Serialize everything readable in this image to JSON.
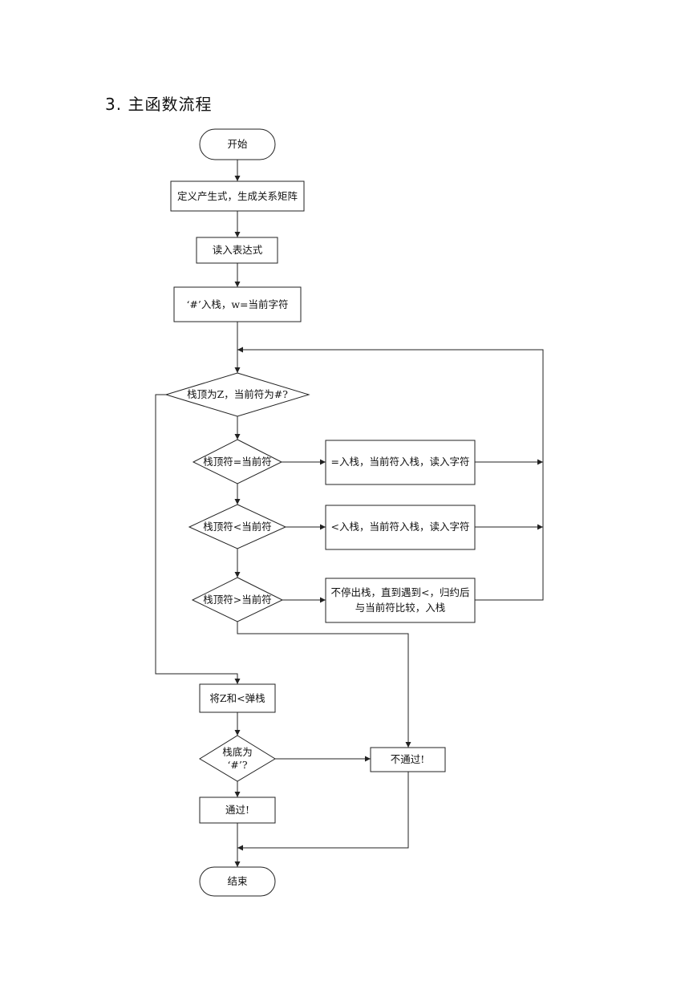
{
  "heading": "3.  主函数流程",
  "nodes": {
    "start": "开始",
    "define": "定义产生式，生成关系矩阵",
    "read_expr": "读入表达式",
    "push_hash": "‘#’入栈，w=当前字符",
    "cond_top_z": "栈顶为Z，当前符为#?",
    "cond_eq": "栈顶符=当前符",
    "act_eq": "=入栈，当前符入栈，读入字符",
    "cond_lt": "栈顶符<当前符",
    "act_lt": "<入栈，当前符入栈，读入字符",
    "cond_gt": "栈顶符>当前符",
    "act_gt_line1": "不停出栈，直到遇到<，归约后",
    "act_gt_line2": "与当前符比较，入栈",
    "pop_z": "将Z和<弹栈",
    "cond_bottom_line1": "栈底为",
    "cond_bottom_line2": "‘#’?",
    "fail": "不通过!",
    "pass": "通过!",
    "end": "结束"
  }
}
